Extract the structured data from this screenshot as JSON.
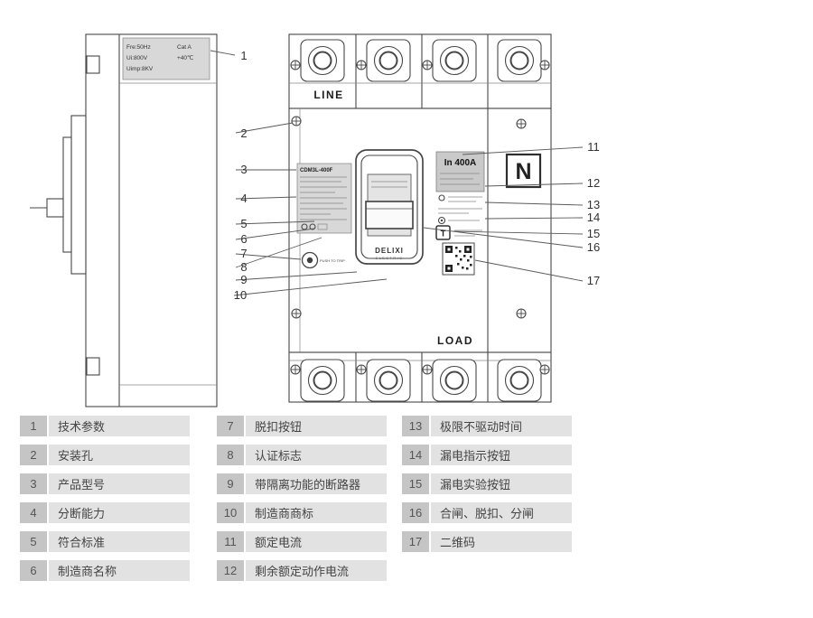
{
  "colors": {
    "legend_number_bg": "#c5c5c5",
    "legend_label_bg": "#e2e2e2",
    "spec_label_bg": "#d8d8d8",
    "rated_label_bg": "#c9c9c9",
    "outline": "#474747"
  },
  "diagram": {
    "callouts": [
      "1",
      "2",
      "3",
      "4",
      "5",
      "6",
      "7",
      "8",
      "9",
      "10",
      "11",
      "12",
      "13",
      "14",
      "15",
      "16",
      "17"
    ],
    "side_view": {
      "freq": "Fre:50Hz",
      "cat": "Cat A",
      "ui": "Ui:800V",
      "temp": "+40℃",
      "uimp": "Uimp:8KV"
    },
    "front_view": {
      "line_label": "LINE",
      "load_label": "LOAD",
      "neutral_label": "N",
      "rated_current": "In 400A",
      "model": "CDM3L-400F",
      "brand": "DELIXI",
      "brand_sub": "ELECTRIC",
      "trip_button": "PUSH TO TRIP",
      "test_button": "T"
    }
  },
  "legend": {
    "items": [
      {
        "num": "1",
        "label": "技术参数"
      },
      {
        "num": "2",
        "label": "安装孔"
      },
      {
        "num": "3",
        "label": "产品型号"
      },
      {
        "num": "4",
        "label": "分断能力"
      },
      {
        "num": "5",
        "label": "符合标准"
      },
      {
        "num": "6",
        "label": "制造商名称"
      },
      {
        "num": "7",
        "label": "脱扣按钮"
      },
      {
        "num": "8",
        "label": "认证标志"
      },
      {
        "num": "9",
        "label": "带隔离功能的断路器"
      },
      {
        "num": "10",
        "label": "制造商商标"
      },
      {
        "num": "11",
        "label": "额定电流"
      },
      {
        "num": "12",
        "label": "剩余额定动作电流"
      },
      {
        "num": "13",
        "label": "极限不驱动时间"
      },
      {
        "num": "14",
        "label": "漏电指示按钮"
      },
      {
        "num": "15",
        "label": "漏电实验按钮"
      },
      {
        "num": "16",
        "label": "合闸、脱扣、分闸"
      },
      {
        "num": "17",
        "label": "二维码"
      }
    ]
  }
}
